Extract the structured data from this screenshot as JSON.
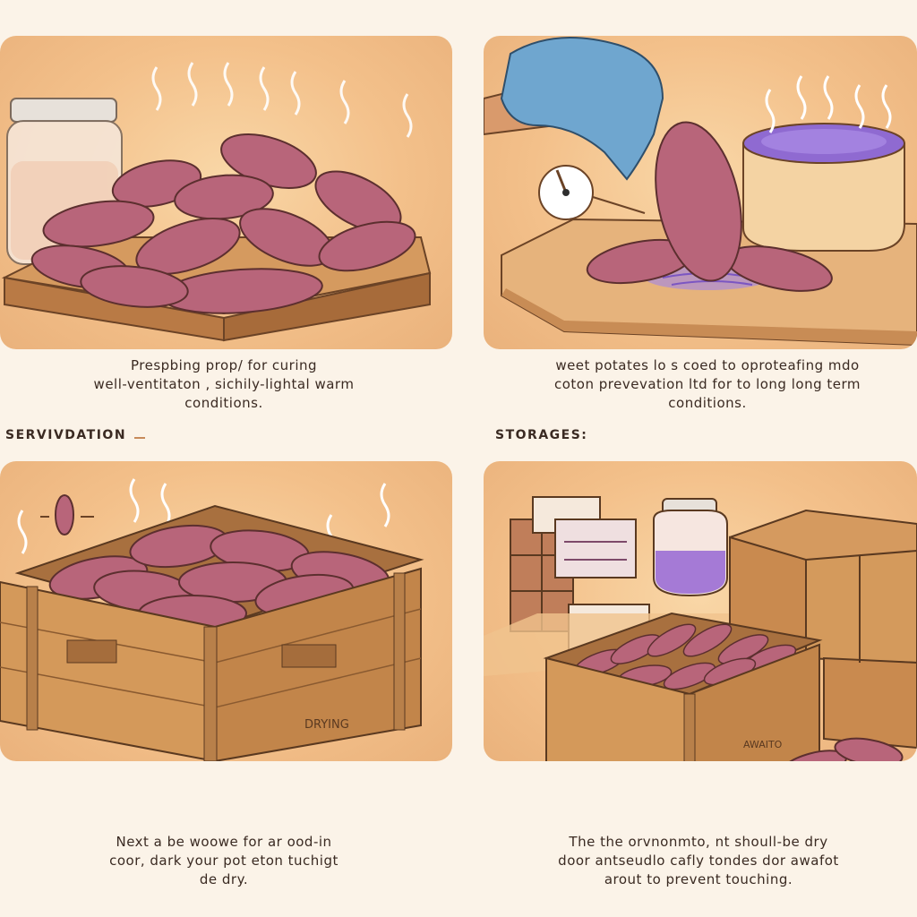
{
  "captions": {
    "panel1": [
      "Prespbing prop/ for curing",
      "well-ventitaton , sichily-lightal warm",
      "conditions."
    ],
    "panel2": [
      "weet potates lo s coed to oproteafing mdo",
      "coton prevevation ltd for to long long term",
      "conditions."
    ],
    "panel3": [
      "Next a be woowe for ar ood-in",
      "coor, dark your pot eton tuchigt",
      "de dry."
    ],
    "panel4": [
      "The the orvnonmto, nt shoull-be dry",
      "door antseudlo cafly tondes dor awafot",
      "arout to prevent touching."
    ]
  },
  "sections": {
    "left": "SERVIVDATION",
    "right": "STORAGES:"
  },
  "labels": {
    "crate_big": "DRYING",
    "crate_small": "AWAITO"
  },
  "colors": {
    "background": "#fbf3e8",
    "panel": "#f3c08a",
    "potato": "#b8657a",
    "wood": "#c98a4f",
    "glove": "#6fa6cf",
    "liquid": "#9a6ad0",
    "caption_accent": "#b5532b"
  }
}
